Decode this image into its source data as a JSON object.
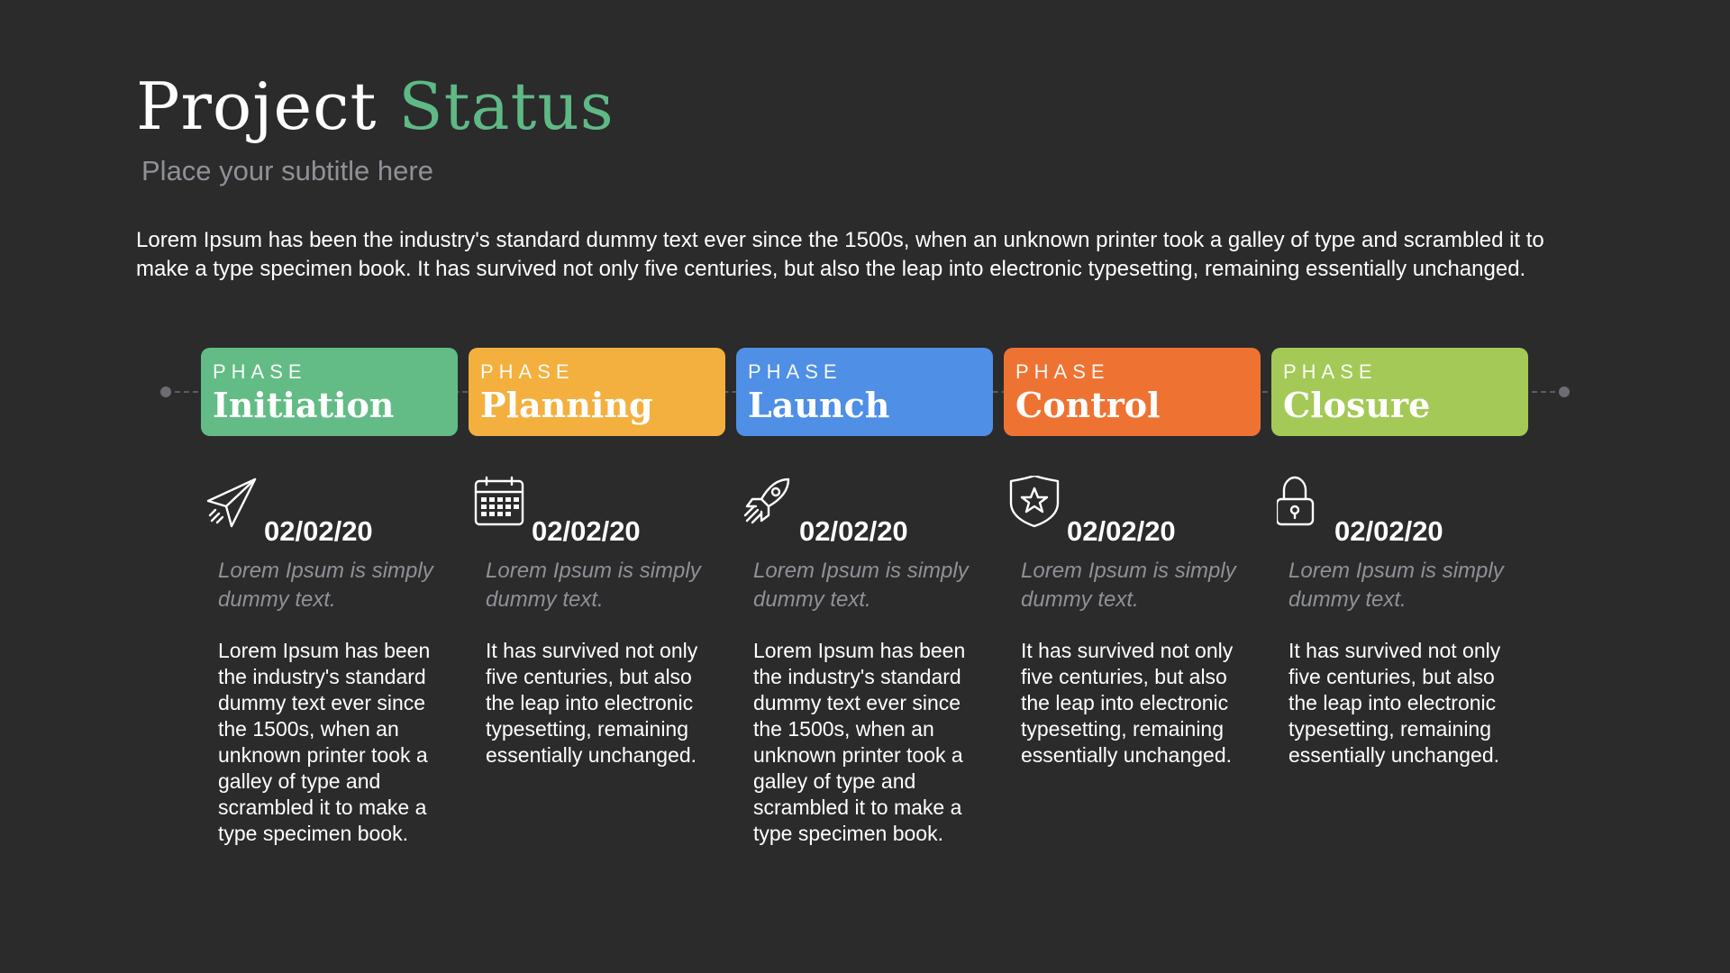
{
  "header": {
    "title_part1": "Project",
    "title_part2": "Status",
    "subtitle": "Place your subtitle here",
    "intro": "Lorem Ipsum has been the industry's standard dummy text ever since the 1500s, when an unknown printer took a galley of type and scrambled it to make a type specimen book. It has survived not only five centuries, but also the leap into electronic typesetting, remaining essentially unchanged."
  },
  "colors": {
    "background": "#2b2b2c",
    "title_accent": "#5fb985",
    "muted_text": "#8f9197"
  },
  "phases": [
    {
      "kicker": "PHASE",
      "name": "Initiation",
      "color": "#63bc85",
      "icon": "paper-plane-icon",
      "date": "02/02/20",
      "tagline": "Lorem Ipsum is simply dummy text.",
      "body": "Lorem Ipsum has been the industry's standard dummy text ever since the 1500s, when an unknown printer took a galley of type and scrambled it to make a type specimen book."
    },
    {
      "kicker": "PHASE",
      "name": "Planning",
      "color": "#f3b03e",
      "icon": "calendar-icon",
      "date": "02/02/20",
      "tagline": "Lorem Ipsum is simply dummy text.",
      "body": "It has survived not only five centuries, but also the leap into electronic typesetting, remaining essentially unchanged."
    },
    {
      "kicker": "PHASE",
      "name": "Launch",
      "color": "#4f8fe6",
      "icon": "rocket-icon",
      "date": "02/02/20",
      "tagline": "Lorem Ipsum is simply dummy text.",
      "body": "Lorem Ipsum has been the industry's standard dummy text ever since the 1500s, when an unknown printer took a galley of type and scrambled it to make a type specimen book."
    },
    {
      "kicker": "PHASE",
      "name": "Control",
      "color": "#ee7333",
      "icon": "shield-star-icon",
      "date": "02/02/20",
      "tagline": "Lorem Ipsum is simply dummy text.",
      "body": "It has survived not only five centuries, but also the leap into electronic typesetting, remaining essentially unchanged."
    },
    {
      "kicker": "PHASE",
      "name": "Closure",
      "color": "#a4c957",
      "icon": "padlock-icon",
      "date": "02/02/20",
      "tagline": "Lorem Ipsum is simply dummy text.",
      "body": "It has survived not only five centuries, but also the leap into electronic typesetting, remaining essentially unchanged."
    }
  ]
}
